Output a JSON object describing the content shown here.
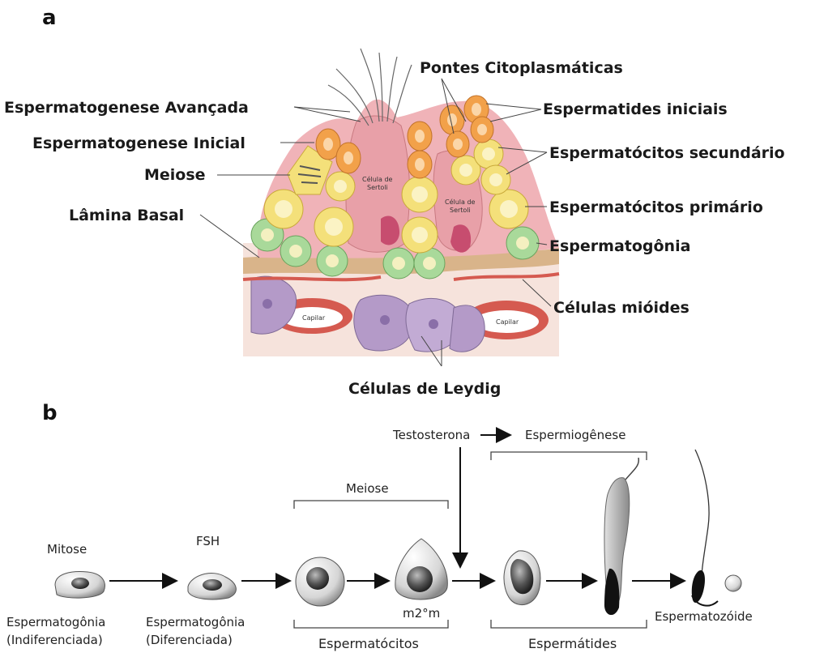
{
  "panel_a": {
    "letter": "a",
    "labels": {
      "pontes": "Pontes Citoplasmáticas",
      "esp_avancada": "Espermatogenese Avançada",
      "esp_inicial": "Espermatogenese Inicial",
      "meiose": "Meiose",
      "lamina": "Lâmina Basal",
      "espermatides_iniciais": "Espermatides iniciais",
      "espermatocitos_sec": "Espermatócitos secundário",
      "espermatocitos_prim": "Espermatócitos primário",
      "espermatogonia": "Espermatogônia",
      "mioides": "Células mióides",
      "leydig": "Células de Leydig"
    },
    "cell_texts": {
      "sertoli1_a": "Célula de",
      "sertoli1_b": "Sertoli",
      "sertoli2_a": "Célula de",
      "sertoli2_b": "Sertoli",
      "capilar1": "Capilar",
      "capilar2": "Capilar"
    },
    "colors": {
      "sertoli": "#e8a0a8",
      "spermatid": "#f2a14a",
      "spermatocyte": "#f4e07a",
      "spermatogonia": "#a9d99a",
      "leydig": "#b49ac8",
      "capillary_wall": "#d55a50",
      "basal": "#d9b48a"
    }
  },
  "panel_b": {
    "letter": "b",
    "labels": {
      "mitose": "Mitose",
      "fsh": "FSH",
      "meiose": "Meiose",
      "testosterona": "Testosterona",
      "espermiogenese": "Espermiogênese",
      "m2m": "m2°m",
      "espermatogonia_ind_1": "Espermatogônia",
      "espermatogonia_ind_2": "(Indiferenciada)",
      "espermatogonia_dif_1": "Espermatogônia",
      "espermatogonia_dif_2": "(Diferenciada)",
      "espermatocitos": "Espermatócitos",
      "espermatides": "Espermátides",
      "espermatozoide": "Espermatozóide"
    }
  }
}
